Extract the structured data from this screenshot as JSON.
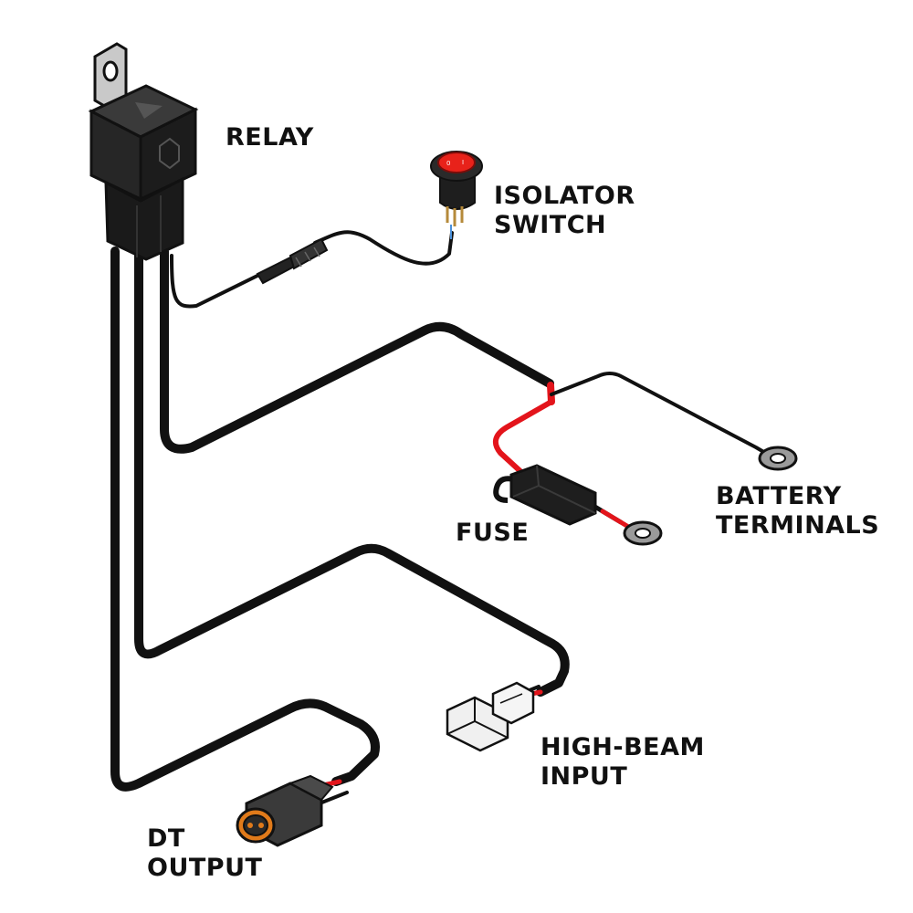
{
  "labels": {
    "relay": [
      "RELAY"
    ],
    "isolator_switch": [
      "ISOLATOR",
      "SWITCH"
    ],
    "battery_terminals": [
      "BATTERY",
      "TERMINALS"
    ],
    "fuse": [
      "FUSE"
    ],
    "high_beam_input": [
      "HIGH-BEAM",
      "INPUT"
    ],
    "dt_output": [
      "DT",
      "OUTPUT"
    ]
  },
  "colors": {
    "wire_black": "#111111",
    "wire_red": "#e3141b",
    "relay_body": "#2a2a2a",
    "switch_button": "#e8221a",
    "terminal_ring": "#9a9a9a",
    "dt_connector": "#3a3a3a",
    "dt_seal": "#e07a1a",
    "highbeam_plug": "#f0f0f0"
  }
}
